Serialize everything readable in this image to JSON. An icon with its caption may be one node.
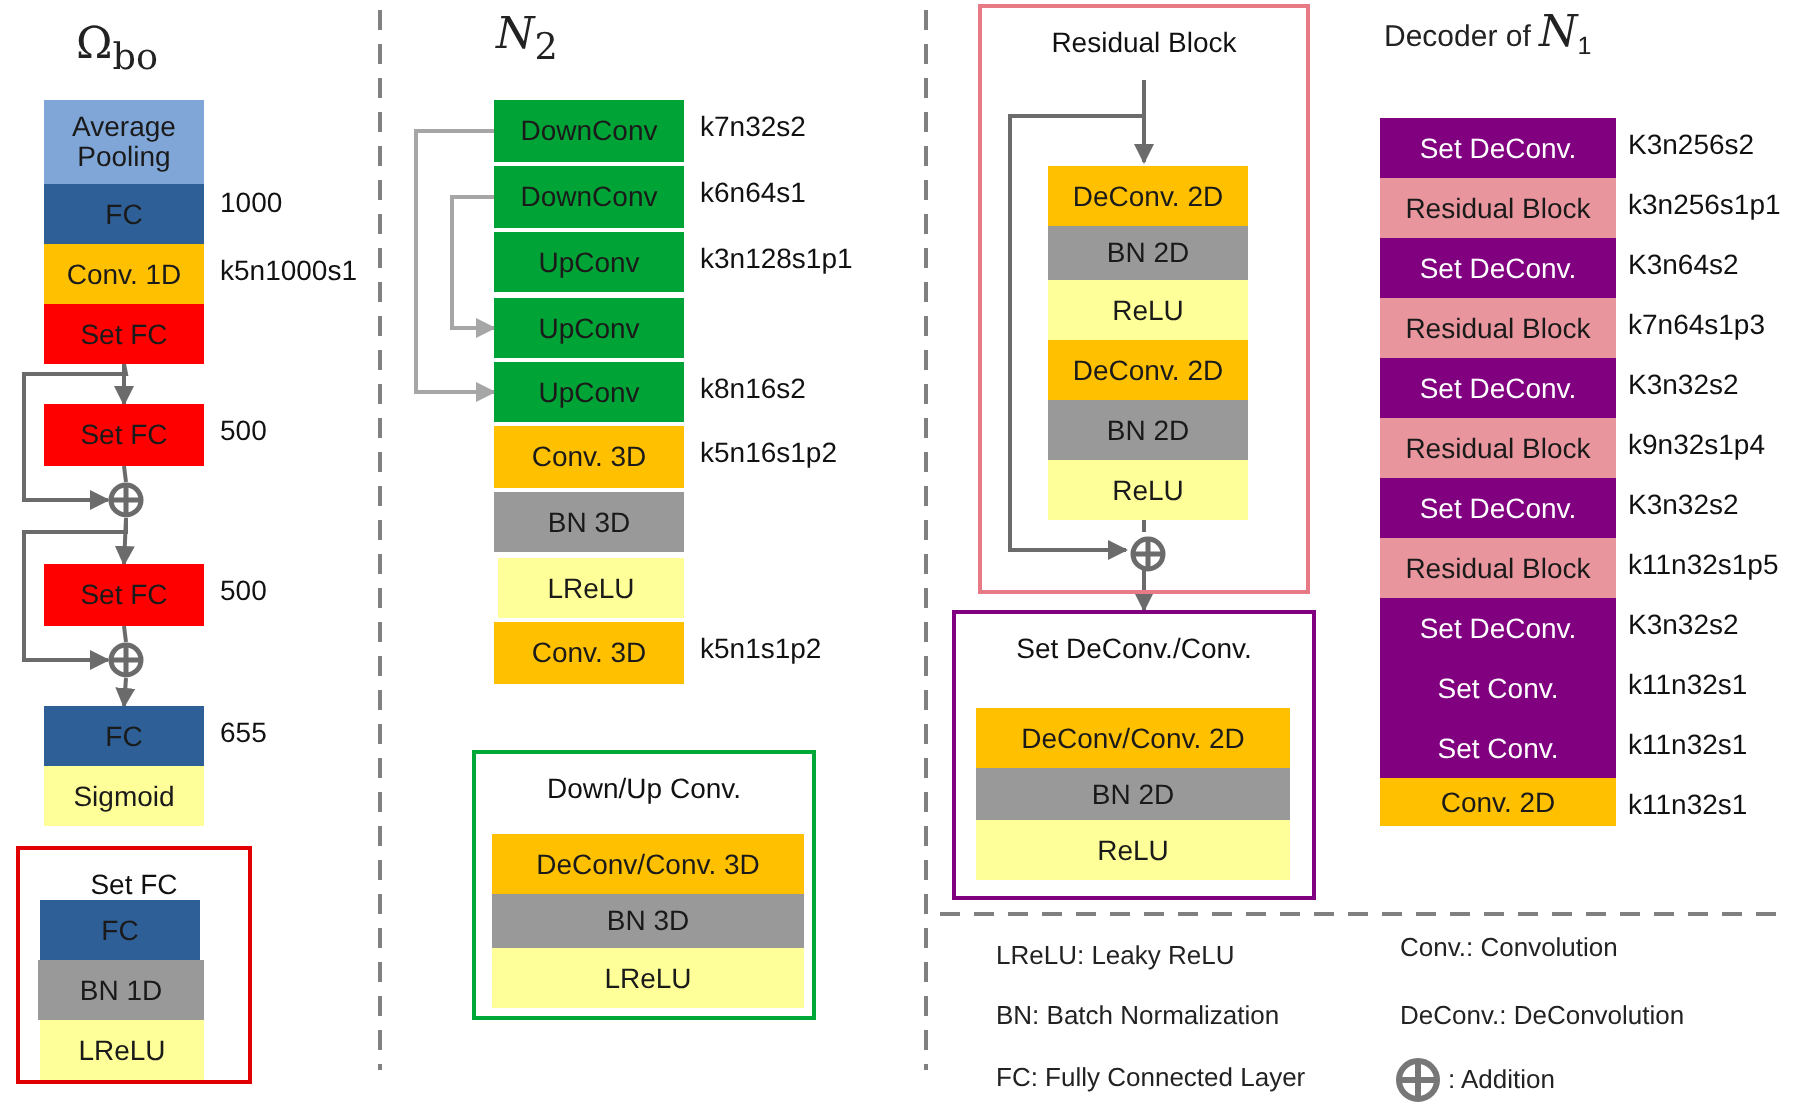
{
  "diagram": {
    "nodes": [
      {
        "text": [
          "Average Pooling"
        ]
      },
      {
        "text": [
          "FC"
        ],
        "beside": [
          "1000"
        ]
      },
      {
        "text": [
          "Conv. 1D"
        ],
        "beside": [
          "k5n1000s1"
        ]
      },
      {
        "text": [
          "Set FC"
        ]
      },
      {
        "text": [
          "Set FC"
        ],
        "beside": [
          "500"
        ]
      },
      {
        "text": [],
        "shape": "circle"
      },
      {
        "text": [
          "Set FC"
        ],
        "beside": [
          "500"
        ]
      },
      {
        "text": [],
        "shape": "circle"
      },
      {
        "text": [
          "FC"
        ],
        "beside": [
          "655"
        ]
      },
      {
        "text": [
          "Sigmoid"
        ]
      },
      {
        "text": [
          "Set FC"
        ]
      },
      {
        "text": [
          "FC"
        ],
        "in": 10
      },
      {
        "text": [
          "BN 1D"
        ],
        "in": 10
      },
      {
        "text": [
          "LReLU"
        ],
        "in": 10
      },
      {
        "text": [
          "DownConv"
        ],
        "beside": [
          "k7n32s2"
        ]
      },
      {
        "text": [
          "DownConv"
        ],
        "beside": [
          "k6n64s1"
        ]
      },
      {
        "text": [
          "UpConv"
        ],
        "beside": [
          "k3n128s1p1"
        ]
      },
      {
        "text": [
          "UpConv"
        ]
      },
      {
        "text": [
          "UpConv"
        ],
        "beside": [
          "k8n16s2"
        ]
      },
      {
        "text": [
          "Conv. 3D"
        ],
        "beside": [
          "k5n16s1p2"
        ]
      },
      {
        "text": [
          "BN 3D"
        ]
      },
      {
        "text": [
          "LReLU"
        ]
      },
      {
        "text": [
          "Conv. 3D"
        ],
        "beside": [
          "k5n1s1p2"
        ]
      },
      {
        "text": [
          "Down/Up Conv."
        ]
      },
      {
        "text": [
          "DeConv/Conv. 3D"
        ],
        "in": 23
      },
      {
        "text": [
          "BN 3D"
        ],
        "in": 23
      },
      {
        "text": [
          "LReLU"
        ],
        "in": 23
      },
      {
        "text": [
          "Residual Block"
        ]
      },
      {
        "text": [
          "DeConv. 2D"
        ],
        "in": 27
      },
      {
        "text": [
          "BN 2D"
        ],
        "in": 27
      },
      {
        "text": [
          "ReLU"
        ],
        "in": 27
      },
      {
        "text": [
          "DeConv. 2D"
        ],
        "in": 27
      },
      {
        "text": [
          "BN 2D"
        ],
        "in": 27
      },
      {
        "text": [
          "ReLU"
        ],
        "in": 27
      },
      {
        "text": [],
        "shape": "circle",
        "in": 27
      },
      {
        "text": [
          "Set DeConv./Conv."
        ]
      },
      {
        "text": [
          "DeConv/Conv. 2D"
        ],
        "in": 35
      },
      {
        "text": [
          "BN 2D"
        ],
        "in": 35
      },
      {
        "text": [
          "ReLU"
        ],
        "in": 35
      },
      {
        "text": [
          "Set DeConv."
        ],
        "beside": [
          "K3n256s2"
        ]
      },
      {
        "text": [
          "Residual Block"
        ],
        "beside": [
          "k3n256s1p1"
        ]
      },
      {
        "text": [
          "Set DeConv."
        ],
        "beside": [
          "K3n64s2"
        ]
      },
      {
        "text": [
          "Residual Block"
        ],
        "beside": [
          "k7n64s1p3"
        ]
      },
      {
        "text": [
          "Set DeConv."
        ],
        "beside": [
          "K3n32s2"
        ]
      },
      {
        "text": [
          "Residual Block"
        ],
        "beside": [
          "k9n32s1p4"
        ]
      },
      {
        "text": [
          "Set DeConv."
        ],
        "beside": [
          "K3n32s2"
        ]
      },
      {
        "text": [
          "Residual Block"
        ],
        "beside": [
          "k11n32s1p5"
        ]
      },
      {
        "text": [
          "Set DeConv."
        ],
        "beside": [
          "K3n32s2"
        ]
      },
      {
        "text": [
          "Set Conv."
        ],
        "beside": [
          "k11n32s1"
        ]
      },
      {
        "text": [
          "Set Conv."
        ],
        "beside": [
          "k11n32s1"
        ]
      },
      {
        "text": [
          "Conv. 2D"
        ],
        "beside": [
          "k11n32s1"
        ]
      }
    ],
    "edges": [
      {
        "from": 3,
        "to": 4,
        "arrow": "to"
      },
      {
        "from": 3,
        "to": 5,
        "arrow": "to"
      },
      {
        "from": 4,
        "to": 5,
        "arrow": "none"
      },
      {
        "from": 5,
        "to": 6,
        "arrow": "to"
      },
      {
        "from": 5,
        "to": 7,
        "arrow": "to"
      },
      {
        "from": 6,
        "to": 7,
        "arrow": "none"
      },
      {
        "from": 7,
        "to": 8,
        "arrow": "to"
      },
      {
        "from": 14,
        "to": 18,
        "arrow": "to",
        "color": "#a6a6a6"
      },
      {
        "from": 15,
        "to": 17,
        "arrow": "to",
        "color": "#a6a6a6"
      },
      {
        "from": null,
        "to": 28,
        "arrow": "to"
      },
      {
        "from": null,
        "to": 34,
        "arrow": "to"
      },
      {
        "from": 33,
        "to": 34,
        "arrow": "none"
      },
      {
        "from": 34,
        "to": 35,
        "arrow": "to"
      }
    ],
    "labels": [
      "Ω$_{bo}$",
      "*N*$_{2}$",
      "Decoder of *N*$_{1}$",
      "LReLU: Leaky ReLU",
      "Conv.: Convolution",
      "BN: Batch Normalization",
      "DeConv.: DeConvolution",
      "FC: Fully Connected Layer"
    ],
    "legend": [
      {
        "text": ": Addition"
      }
    ]
  }
}
